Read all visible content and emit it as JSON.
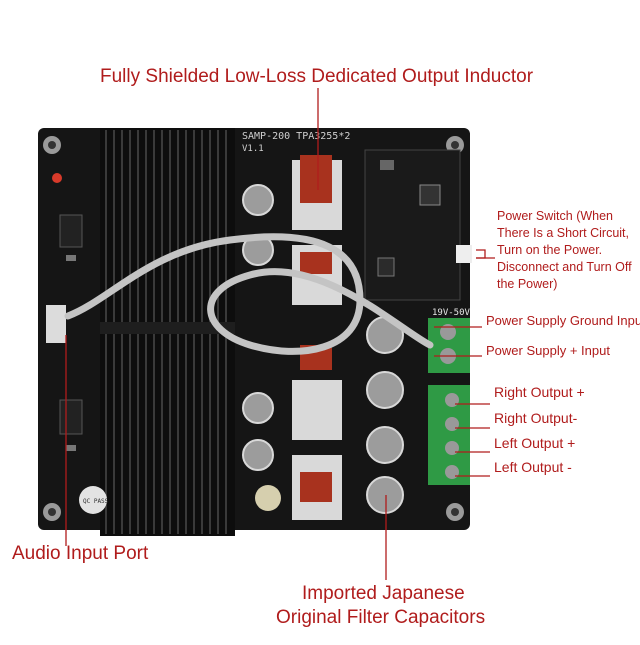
{
  "labels": {
    "top_inductor": "Fully Shielded Low-Loss Dedicated Output Inductor",
    "power_switch": "Power Switch (When There Is a Short Circuit, Turn on the Power. Disconnect and Turn Off the Power)",
    "ground_input": "Power Supply Ground Input",
    "plus_input": "Power Supply + Input",
    "right_plus": "Right Output +",
    "right_minus": "Right Output-",
    "left_plus": "Left Output +",
    "left_minus": "Left Output -",
    "audio_input": "Audio Input Port",
    "capacitors_line1": "Imported Japanese",
    "capacitors_line2": "Original Filter Capacitors"
  },
  "board": {
    "model_text": "SAMP-200  TPA3255*2",
    "version_text": "V1.1",
    "voltage_text": "19V-50V",
    "pass_text": "QC PASS"
  },
  "colors": {
    "label_red": "#b01c1c",
    "pcb": "#151515",
    "terminal_green": "#2f9a45",
    "inductor_red": "#a8321e"
  }
}
